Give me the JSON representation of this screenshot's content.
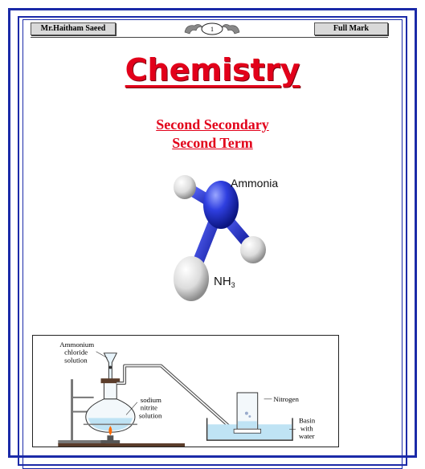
{
  "header": {
    "author": "Mr.Haitham Saeed",
    "page_number": "1",
    "mark_label": "Full Mark"
  },
  "cover": {
    "title": "Chemistry",
    "subtitle_line1": "Second Secondary",
    "subtitle_line2": "Second Term"
  },
  "molecule": {
    "name": "Ammonia",
    "formula_base": "NH",
    "formula_sub": "3"
  },
  "apparatus": {
    "label_ammonium": "Ammonium",
    "label_chloride": "chloride",
    "label_solution": "solution",
    "label_sodium": "sodium",
    "label_nitrite": "nitrite",
    "label_solution2": "solution",
    "label_nitrogen": "Nitrogen",
    "label_basin": "Basin",
    "label_with": "with",
    "label_water": "water"
  },
  "colors": {
    "frame": "#1b2aa8",
    "title": "#e2001a",
    "molecule_n": "#2f3fe0",
    "molecule_h": "#e8e8e8"
  }
}
